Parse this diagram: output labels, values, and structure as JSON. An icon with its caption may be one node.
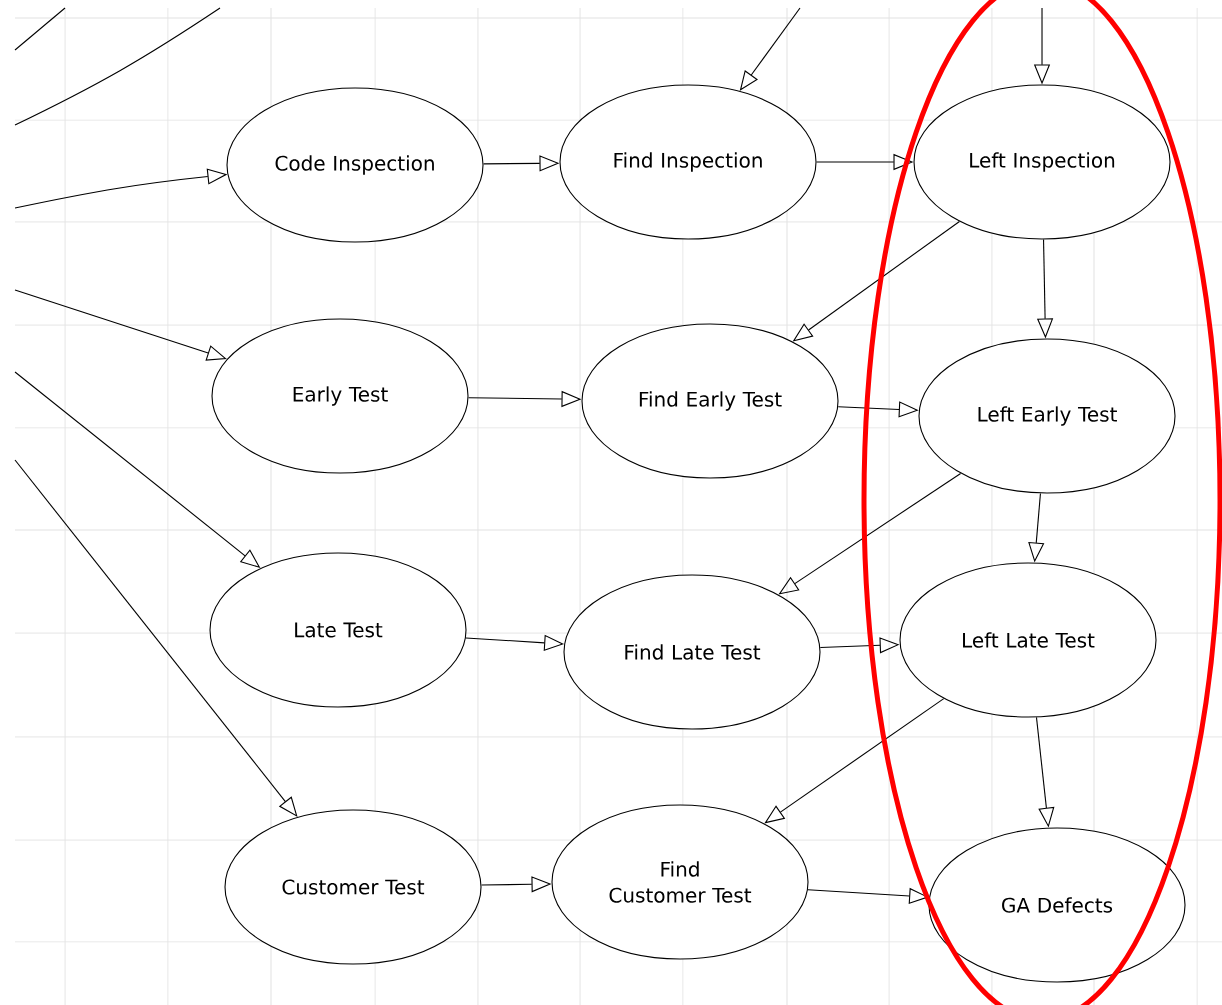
{
  "diagram": {
    "nodes": [
      {
        "text": [
          "Code Inspection"
        ]
      },
      {
        "text": [
          "Find Inspection"
        ]
      },
      {
        "text": [
          "Left Inspection"
        ]
      },
      {
        "text": [
          "Early Test"
        ]
      },
      {
        "text": [
          "Find Early Test"
        ]
      },
      {
        "text": [
          "Left Early Test"
        ]
      },
      {
        "text": [
          "Late Test"
        ]
      },
      {
        "text": [
          "Find Late Test"
        ]
      },
      {
        "text": [
          "Left Late Test"
        ]
      },
      {
        "text": [
          "Customer Test"
        ]
      },
      {
        "text": [
          "Find Customer Test"
        ]
      },
      {
        "text": [
          "GA Defects"
        ]
      }
    ],
    "edges": [
      {
        "from": null,
        "to": 0,
        "arrow": "to"
      },
      {
        "from": null,
        "to": 3,
        "arrow": "to"
      },
      {
        "from": null,
        "to": 6,
        "arrow": "to"
      },
      {
        "from": null,
        "to": 9,
        "arrow": "to"
      },
      {
        "from": null,
        "to": 1,
        "arrow": "to"
      },
      {
        "from": null,
        "to": 2,
        "arrow": "to"
      },
      {
        "from": 0,
        "to": 1,
        "arrow": "to"
      },
      {
        "from": 1,
        "to": 2,
        "arrow": "to"
      },
      {
        "from": 2,
        "to": 4,
        "arrow": "to"
      },
      {
        "from": 2,
        "to": 5,
        "arrow": "to"
      },
      {
        "from": 3,
        "to": 4,
        "arrow": "to"
      },
      {
        "from": 4,
        "to": 5,
        "arrow": "to"
      },
      {
        "from": 5,
        "to": 7,
        "arrow": "to"
      },
      {
        "from": 5,
        "to": 8,
        "arrow": "to"
      },
      {
        "from": 6,
        "to": 7,
        "arrow": "to"
      },
      {
        "from": 7,
        "to": 8,
        "arrow": "to"
      },
      {
        "from": 8,
        "to": 10,
        "arrow": "to"
      },
      {
        "from": 8,
        "to": 11,
        "arrow": "to"
      },
      {
        "from": 9,
        "to": 10,
        "arrow": "to"
      },
      {
        "from": 10,
        "to": 11,
        "arrow": "to"
      }
    ]
  }
}
